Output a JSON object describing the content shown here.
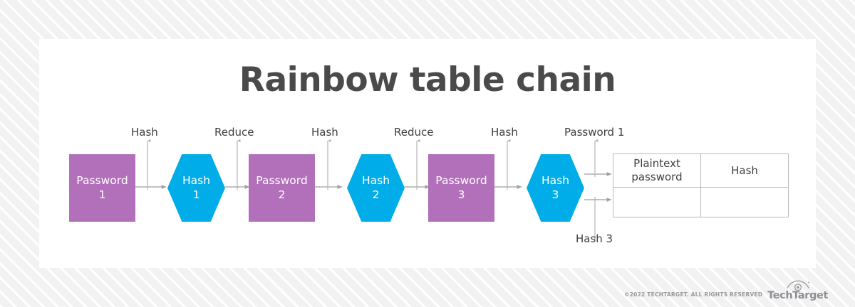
{
  "page": {
    "title": "Rainbow table chain",
    "background_color": "#f2f2f2",
    "card_color": "#ffffff"
  },
  "colors": {
    "password_box": "#b26fba",
    "hash_hexagon": "#00ade8",
    "connector": "#9e9e9e",
    "text_dark": "#3f3f3f",
    "title": "#4a4a4a",
    "table_border": "#b9b9b9"
  },
  "diagram": {
    "type": "flow-chain",
    "nodes": [
      {
        "id": "password-1",
        "shape": "rect",
        "label_line1": "Password",
        "label_line2": "1"
      },
      {
        "id": "hash-1",
        "shape": "hexagon",
        "label_line1": "Hash",
        "label_line2": "1"
      },
      {
        "id": "password-2",
        "shape": "rect",
        "label_line1": "Password",
        "label_line2": "2"
      },
      {
        "id": "hash-2",
        "shape": "hexagon",
        "label_line1": "Hash",
        "label_line2": "2"
      },
      {
        "id": "password-3",
        "shape": "rect",
        "label_line1": "Password",
        "label_line2": "3"
      },
      {
        "id": "hash-3",
        "shape": "hexagon",
        "label_line1": "Hash",
        "label_line2": "3"
      }
    ],
    "step_labels": [
      {
        "id": "step-hash-1",
        "text": "Hash",
        "position": "above"
      },
      {
        "id": "step-reduce-1",
        "text": "Reduce",
        "position": "above"
      },
      {
        "id": "step-hash-2",
        "text": "Hash",
        "position": "above"
      },
      {
        "id": "step-reduce-2",
        "text": "Reduce",
        "position": "above"
      },
      {
        "id": "step-hash-3",
        "text": "Hash",
        "position": "above"
      },
      {
        "id": "out-password-1",
        "text": "Password 1",
        "position": "above"
      },
      {
        "id": "out-hash-3",
        "text": "Hash 3",
        "position": "below"
      }
    ]
  },
  "table": {
    "columns": [
      "Plaintext password",
      "Hash"
    ],
    "column_lines": [
      [
        "Plaintext",
        "password"
      ],
      [
        "Hash",
        ""
      ]
    ],
    "rows": [
      {
        "plaintext_password": "",
        "hash": ""
      }
    ]
  },
  "footer": {
    "copyright": "©2022 TECHTARGET. ALL RIGHTS RESERVED",
    "brand": "TechTarget",
    "logo_icon": "eye-icon"
  }
}
